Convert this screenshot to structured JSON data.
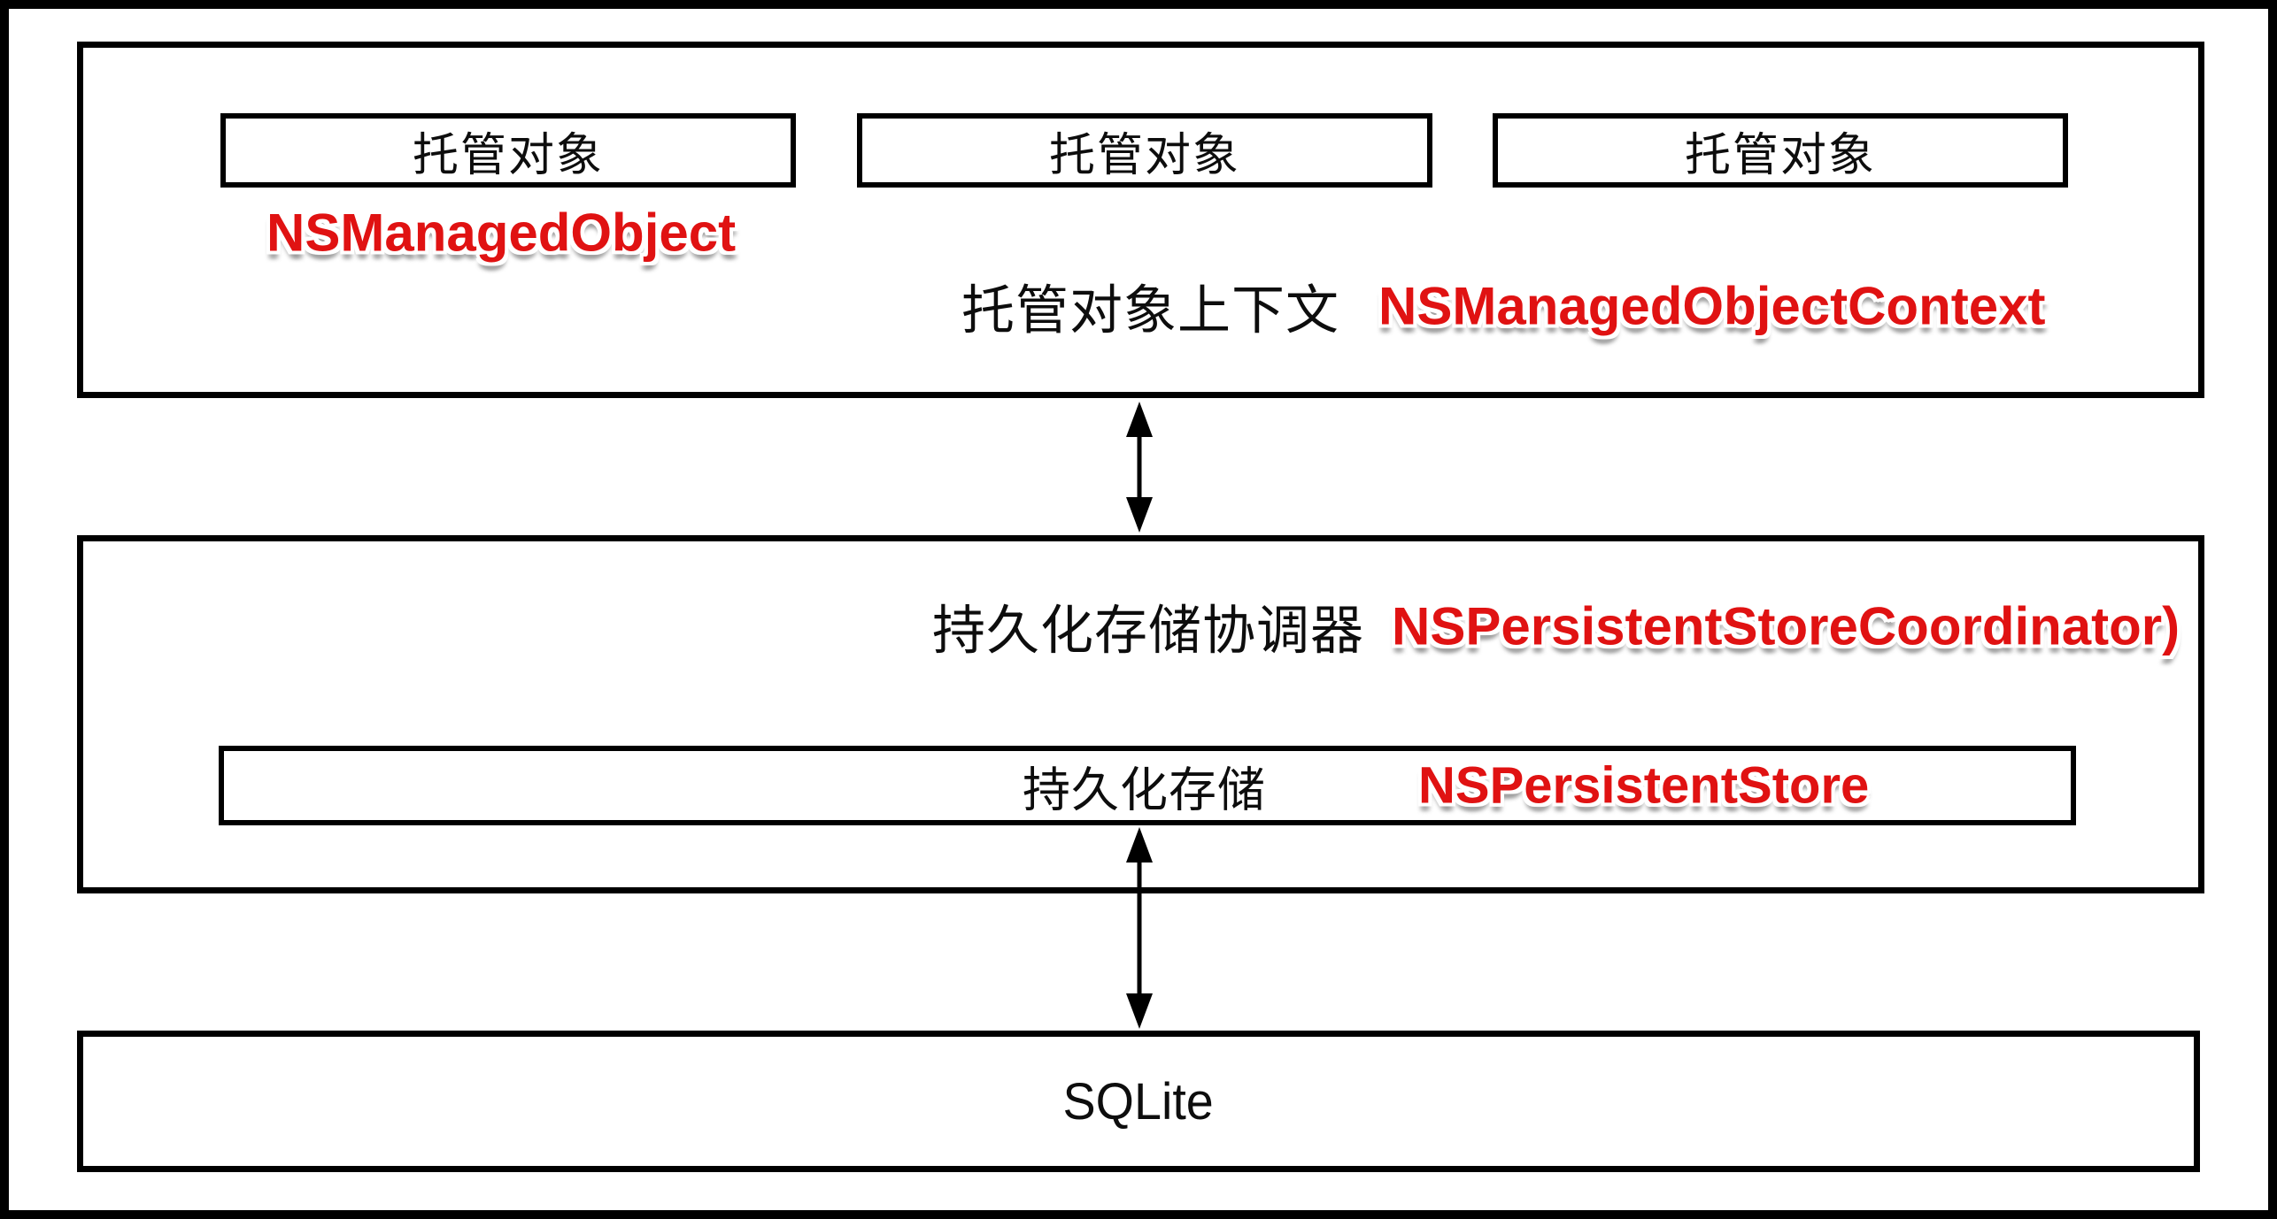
{
  "diagram": {
    "subject": "Core Data stack architecture",
    "background": "#ffffff"
  },
  "colors": {
    "annotation_red": "#e01212",
    "line_black": "#000000",
    "background_white": "#ffffff"
  },
  "icons": {
    "arrow_between_context_and_coordinator": "double-headed-vertical-arrow",
    "arrow_between_store_and_sqlite": "double-headed-vertical-arrow"
  },
  "top_layer": {
    "managed_object_boxes": [
      "托管对象",
      "托管对象",
      "托管对象"
    ],
    "managed_object_annotation": "NSManagedObject",
    "context_label": "托管对象上下文",
    "context_annotation": "NSManagedObjectContext"
  },
  "middle_layer": {
    "coordinator_label": "持久化存储协调器",
    "coordinator_annotation": "NSPersistentStoreCoordinator)",
    "store_label": "持久化存储",
    "store_annotation": "NSPersistentStore"
  },
  "bottom_layer": {
    "label": "SQLite"
  }
}
